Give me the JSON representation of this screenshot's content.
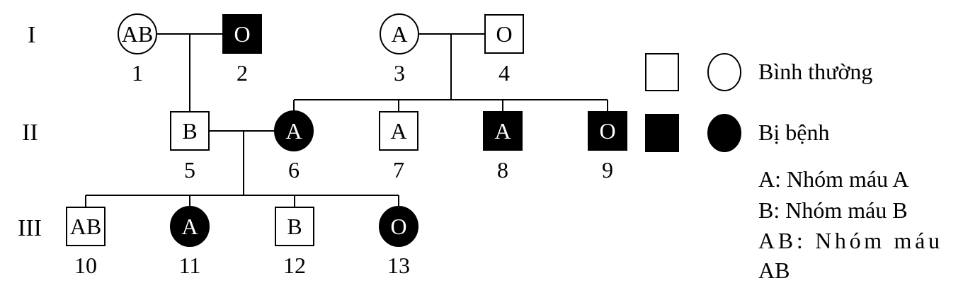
{
  "generations": [
    {
      "label": "I"
    },
    {
      "label": "II"
    },
    {
      "label": "III"
    }
  ],
  "individuals": [
    {
      "id": "1",
      "sex": "female",
      "affected": false,
      "blood": "AB"
    },
    {
      "id": "2",
      "sex": "male",
      "affected": true,
      "blood": "O"
    },
    {
      "id": "3",
      "sex": "female",
      "affected": false,
      "blood": "A"
    },
    {
      "id": "4",
      "sex": "male",
      "affected": false,
      "blood": "O"
    },
    {
      "id": "5",
      "sex": "male",
      "affected": false,
      "blood": "B"
    },
    {
      "id": "6",
      "sex": "female",
      "affected": true,
      "blood": "A"
    },
    {
      "id": "7",
      "sex": "male",
      "affected": false,
      "blood": "A"
    },
    {
      "id": "8",
      "sex": "male",
      "affected": true,
      "blood": "A"
    },
    {
      "id": "9",
      "sex": "male",
      "affected": true,
      "blood": "O"
    },
    {
      "id": "10",
      "sex": "male",
      "affected": false,
      "blood": "AB"
    },
    {
      "id": "11",
      "sex": "female",
      "affected": true,
      "blood": "A"
    },
    {
      "id": "12",
      "sex": "male",
      "affected": false,
      "blood": "B"
    },
    {
      "id": "13",
      "sex": "female",
      "affected": true,
      "blood": "O"
    }
  ],
  "legend": {
    "normal_label": "Bình thường",
    "affected_label": "Bị bệnh",
    "blood_types": {
      "line1": "A: Nhóm máu A",
      "line2": "B: Nhóm máu B",
      "line3": "AB:  Nhóm  máu",
      "line4": "AB"
    }
  }
}
